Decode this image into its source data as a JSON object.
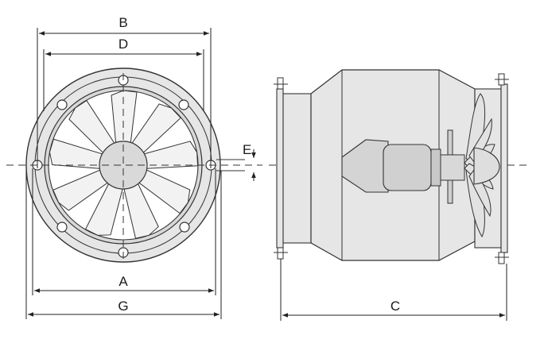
{
  "labels": {
    "B": "B",
    "D": "D",
    "E": "E",
    "A": "A",
    "G": "G",
    "C": "C"
  },
  "colors": {
    "line": "#222222",
    "fill_light": "#e6e6e6",
    "fill_mid": "#d8d8d8",
    "hub": "#d9d9d9"
  }
}
